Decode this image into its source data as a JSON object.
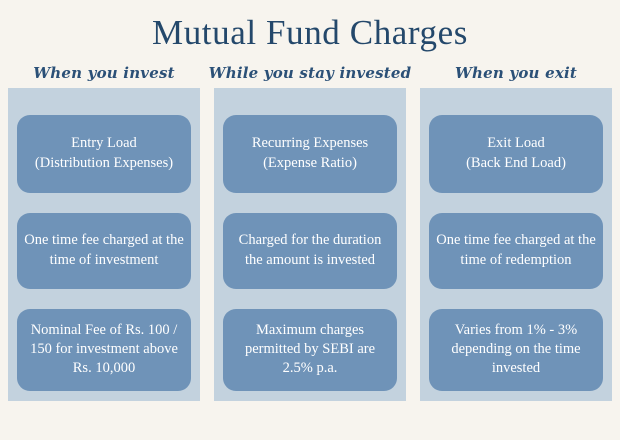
{
  "page": {
    "title": "Mutual Fund Charges",
    "background_color": "#f7f4ee",
    "title_color": "#24486b",
    "panel_color": "#c3d2de",
    "card_color": "#6f93b8",
    "card_text_color": "#ffffff"
  },
  "columns": [
    {
      "header": "When you invest",
      "cards": [
        "Entry Load\n(Distribution Expenses)",
        "One time fee charged at the time of investment",
        "Nominal Fee of Rs. 100 / 150 for investment above Rs. 10,000"
      ]
    },
    {
      "header": "While you stay invested",
      "cards": [
        "Recurring Expenses\n(Expense Ratio)",
        "Charged for the duration the amount is invested",
        "Maximum charges permitted by SEBI are 2.5% p.a."
      ]
    },
    {
      "header": "When you exit",
      "cards": [
        "Exit Load\n(Back End Load)",
        "One time fee charged at the time of redemption",
        "Varies from 1% - 3% depending on the time invested"
      ]
    }
  ]
}
